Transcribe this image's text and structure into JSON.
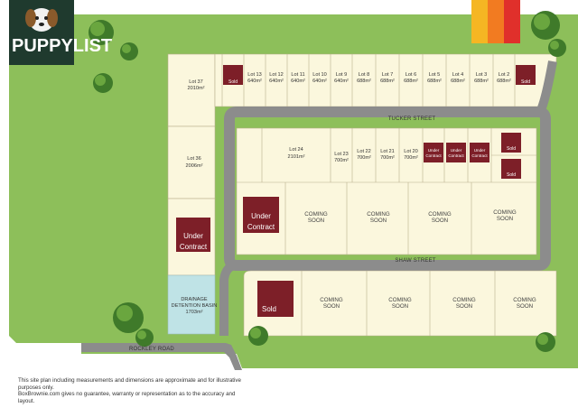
{
  "brand": {
    "name": "PUPPYLIST"
  },
  "roads": {
    "tucker": "TUCKER STREET",
    "shaw": "SHAW STREET",
    "rockley": "ROCKLEY ROAD"
  },
  "top_lots": [
    {
      "name": "Lot 13",
      "area": "640m²"
    },
    {
      "name": "Lot 12",
      "area": "640m²"
    },
    {
      "name": "Lot 11",
      "area": "640m²"
    },
    {
      "name": "Lot 10",
      "area": "640m²"
    },
    {
      "name": "Lot 9",
      "area": "640m²"
    },
    {
      "name": "Lot 8",
      "area": "688m²"
    },
    {
      "name": "Lot 7",
      "area": "688m²"
    },
    {
      "name": "Lot 6",
      "area": "688m²"
    },
    {
      "name": "Lot 5",
      "area": "688m²"
    },
    {
      "name": "Lot 4",
      "area": "688m²"
    },
    {
      "name": "Lot 3",
      "area": "688m²"
    },
    {
      "name": "Lot 2",
      "area": "688m²"
    }
  ],
  "lot37": {
    "name": "Lot 37",
    "area": "2010m²"
  },
  "lot36": {
    "name": "Lot 36",
    "area": "2006m²"
  },
  "lot24": {
    "name": "Lot 24",
    "area": "2101m²"
  },
  "mid_lots": [
    {
      "name": "Lot 23",
      "area": "700m²"
    },
    {
      "name": "Lot 22",
      "area": "700m²"
    },
    {
      "name": "Lot 21",
      "area": "700m²"
    },
    {
      "name": "Lot 20",
      "area": "700m²"
    }
  ],
  "drainage": {
    "line1": "DRAINAGE",
    "line2": "DETENTION BASIN",
    "area": "1703m²"
  },
  "badges": {
    "sold": "Sold",
    "under": "Under",
    "contract": "Contract"
  },
  "coming_soon": {
    "line1": "COMING",
    "line2": "SOON"
  },
  "disclaimer": {
    "line1": "This site plan including measurements and dimensions are approximate and for illustrative",
    "line2": "purposes only.",
    "line3": "BoxBrownie.com gives no guarantee, warranty or representation as to the accuracy and",
    "line4": "layout."
  },
  "colors": {
    "grass": "#8dbf5a",
    "lot": "#fbf7dd",
    "road": "#8c8c8c",
    "badge": "#7d1f28",
    "drainage": "#bfe3e6",
    "brand_bg": "#1f3a2e",
    "stripe_yellow": "#f5b623",
    "stripe_orange": "#f27b21",
    "stripe_red": "#e0302b"
  }
}
